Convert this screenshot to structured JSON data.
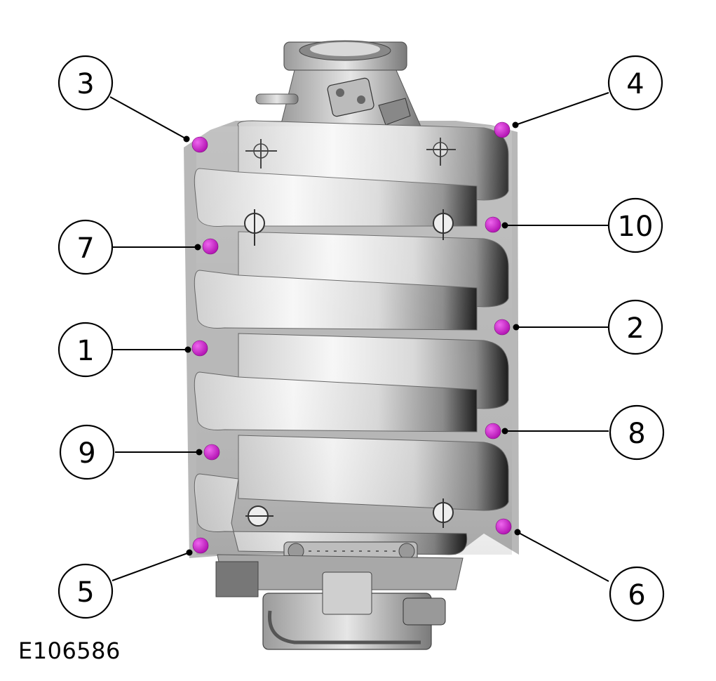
{
  "figure_id": "E106586",
  "colors": {
    "gasket": "#b8b8b8",
    "bolt": "#cc22cc",
    "leader": "#000000"
  },
  "callouts": [
    {
      "label": "1"
    },
    {
      "label": "2"
    },
    {
      "label": "3"
    },
    {
      "label": "4"
    },
    {
      "label": "5"
    },
    {
      "label": "6"
    },
    {
      "label": "7"
    },
    {
      "label": "8"
    },
    {
      "label": "9"
    },
    {
      "label": "10"
    }
  ]
}
